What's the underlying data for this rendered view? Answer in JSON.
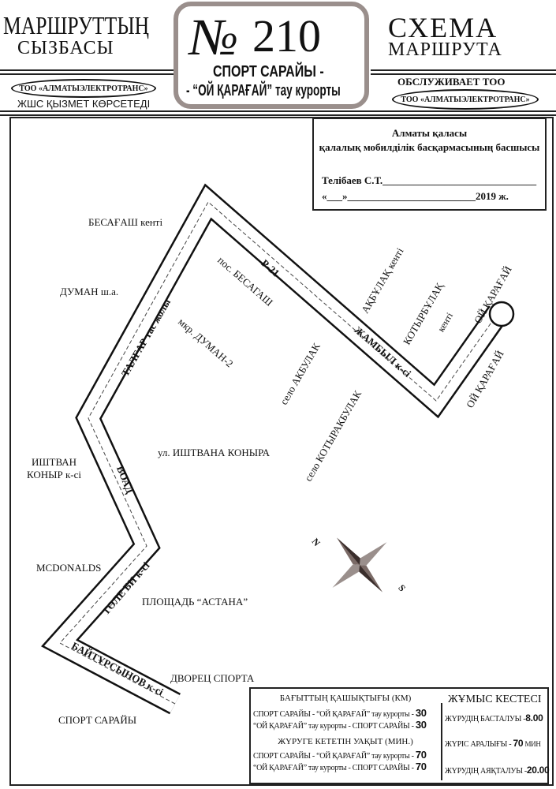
{
  "header": {
    "left_title_1": "МАРШРУТТЫҢ",
    "left_title_2": "СЫЗБАСЫ",
    "right_title_1": "СХЕМА",
    "right_title_2": "МАРШРУТА",
    "route_symbol": "№",
    "route_number": "210",
    "route_name_1": "СПОРТ САРАЙЫ -",
    "route_name_2": "- “ОЙ ҚАРАҒАЙ” тау курорты",
    "operator_left": "ТОО «АЛМАТЫЭЛЕКТРОТРАНС»",
    "service_left": "ЖШС  ҚЫЗМЕТ КӨРСЕТЕДІ",
    "service_right": "ОБСЛУЖИВАЕТ ТОО",
    "operator_right": "ТОО «АЛМАТЫЭЛЕКТРОТРАНС»"
  },
  "approval": {
    "line1": "Алматы қаласы",
    "line2": "қалалық мобилділік басқармасының басшысы",
    "signer": "Телібаев С.Т.______________________________",
    "date": "«___»_________________________2019 ж."
  },
  "map": {
    "stops": {
      "besagash_kenti": "БЕСАҒАШ кенті",
      "duman": "ДУМАН ш.а.",
      "ishtvan_1": "ИШТВАН",
      "ishtvan_2": "КОНЫР к-сі",
      "mcdonalds": "MCDONALDS",
      "sport_saraiy": "СПОРТ САРАЙЫ",
      "dvorets": "ДВОРЕЦ СПОРТА",
      "astana": "ПЛОЩАДЬ “АСТАНА”",
      "ishtvana_konyra": "ул. ИШТВАНА КОНЫРА",
      "mkr_duman": "мкр. ДУМАН-2",
      "pos_besagash": "пос. БЕСАГАШ",
      "akbulak_kenti": "АҚБҰЛАҚ кенті",
      "selo_akbulak": "село АКБУЛАК",
      "kotyrbulak_1": "КОТЫРБҰЛАҚ",
      "kotyrbulak_2": "кенті",
      "selo_kotyrakbulak": "село КОТЫРАКБУЛАК",
      "oi_karagai_1": "ОЙ ҚАРАҒАЙ",
      "oi_karagai_2": "ОЙ ҚАРАҒАЙ"
    },
    "roads": {
      "talgar": "ТАЛҒАР тас жолы",
      "r21": "Р-21",
      "zhambyl": "ЖАМБЫЛ к-сі",
      "boad": "ВОАД",
      "tole_bi": "ТӨЛЕ БИ к-сі",
      "baitursynov": "БАЙТҰРСЫНОВ к-сі"
    },
    "compass": {
      "n": "N",
      "s": "S",
      "color": "#7a6a66"
    }
  },
  "info": {
    "distance_title": "БАҒЫТТЫҢ ҚАШЫҚТЫҒЫ (КМ)",
    "distance_rows": [
      {
        "label": "СПОРТ САРАЙЫ - “ОЙ ҚАРАҒАЙ” тау курорты -",
        "value": "30"
      },
      {
        "label": "“ОЙ ҚАРАҒАЙ” тау курорты - СПОРТ САРАЙЫ -",
        "value": "30"
      }
    ],
    "time_title": "ЖҮРУГЕ КЕТЕТІН УАҚЫТ (МИН.)",
    "time_rows": [
      {
        "label": "СПОРТ САРАЙЫ - “ОЙ ҚАРАҒАЙ” тау курорты -",
        "value": "70"
      },
      {
        "label": "“ОЙ ҚАРАҒАЙ” тау курорты - СПОРТ САРАЙЫ -",
        "value": "70"
      }
    ],
    "schedule_title": "ЖҰМЫС КЕСТЕСІ",
    "start_label": "ЖҮРУДІҢ БАСТАЛУЫ -",
    "start_value": "8.00",
    "interval_label": "ЖҮРІС АРАЛЫҒЫ -",
    "interval_value": "70",
    "interval_unit": "МИН",
    "end_label": "ЖҮРУДІҢ АЯҚТАЛУЫ -",
    "end_value": "20.00"
  },
  "colors": {
    "frame": "#9a8f8c",
    "ink": "#111111"
  }
}
